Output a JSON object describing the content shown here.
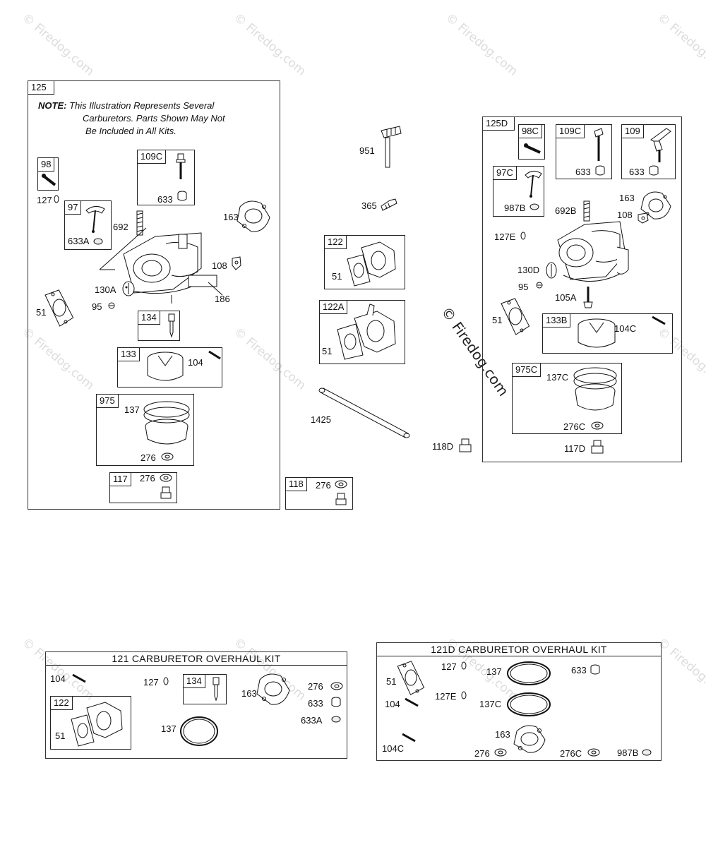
{
  "watermark": "© Firedog.com",
  "note": {
    "bold": "NOTE:",
    "line1": "This Illustration Represents Several",
    "line2": "Carburetors. Parts Shown May Not",
    "line3": "Be Included in All Kits."
  },
  "left_panel": {
    "id": "125",
    "boxes": {
      "b98": "98",
      "b97": "97",
      "b109c": "109C",
      "b134": "134",
      "b133": "133",
      "b975": "975",
      "b117": "117"
    },
    "labels": {
      "l127": "127",
      "l633a": "633A",
      "l692": "692",
      "l633": "633",
      "l163": "163",
      "l108": "108",
      "l186": "186",
      "l130a": "130A",
      "l95": "95",
      "l51": "51",
      "l104": "104",
      "l137": "137",
      "l276": "276",
      "l276b": "276"
    }
  },
  "middle": {
    "l951": "951",
    "l365": "365",
    "b122": "122",
    "l51a": "51",
    "b122a": "122A",
    "l51b": "51",
    "l1425": "1425",
    "b118": "118",
    "l276": "276",
    "l118d": "118D"
  },
  "right_panel": {
    "id": "125D",
    "boxes": {
      "b98c": "98C",
      "b109c": "109C",
      "b109": "109",
      "b97c": "97C",
      "b133b": "133B",
      "b975c": "975C"
    },
    "labels": {
      "l633a": "633",
      "l633b": "633",
      "l987b": "987B",
      "l163": "163",
      "l692b": "692B",
      "l108": "108",
      "l127e": "127E",
      "l130d": "130D",
      "l95": "95",
      "l105a": "105A",
      "l51": "51",
      "l104c": "104C",
      "l137c": "137C",
      "l276c": "276C",
      "l117d": "117D"
    }
  },
  "kit121": {
    "title": "121 CARBURETOR OVERHAUL KIT",
    "labels": {
      "l104": "104",
      "l127": "127",
      "b134": "134",
      "l163": "163",
      "l276": "276",
      "l633": "633",
      "l633a": "633A",
      "b122": "122",
      "l51": "51",
      "l137": "137"
    }
  },
  "kit121d": {
    "title": "121D CARBURETOR OVERHAUL KIT",
    "labels": {
      "l127": "127",
      "l51": "51",
      "l137": "137",
      "l633": "633",
      "l104": "104",
      "l127e": "127E",
      "l137c": "137C",
      "l163": "163",
      "l104c": "104C",
      "l276": "276",
      "l276c": "276C",
      "l987b": "987B"
    }
  }
}
